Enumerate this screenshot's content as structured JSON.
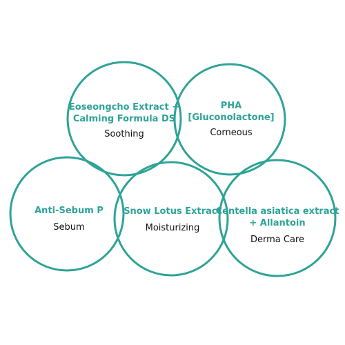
{
  "colors": {
    "accent": "#2ea397",
    "text": "#111111"
  },
  "items": [
    {
      "ingredient_line1": "Eoseongcho Extract +",
      "ingredient_line2": "Calming Formula DS",
      "benefit": "Soothing"
    },
    {
      "ingredient_line1": "PHA",
      "ingredient_line2": "[Gluconolactone]",
      "benefit": "Corneous"
    },
    {
      "ingredient_line1": "Anti-Sebum P",
      "ingredient_line2": "",
      "benefit": "Sebum"
    },
    {
      "ingredient_line1": "Snow Lotus Extract",
      "ingredient_line2": "",
      "benefit": "Moisturizing"
    },
    {
      "ingredient_line1": "Centella asiatica extract",
      "ingredient_line2": "+ Allantoin",
      "benefit": "Derma Care"
    }
  ]
}
